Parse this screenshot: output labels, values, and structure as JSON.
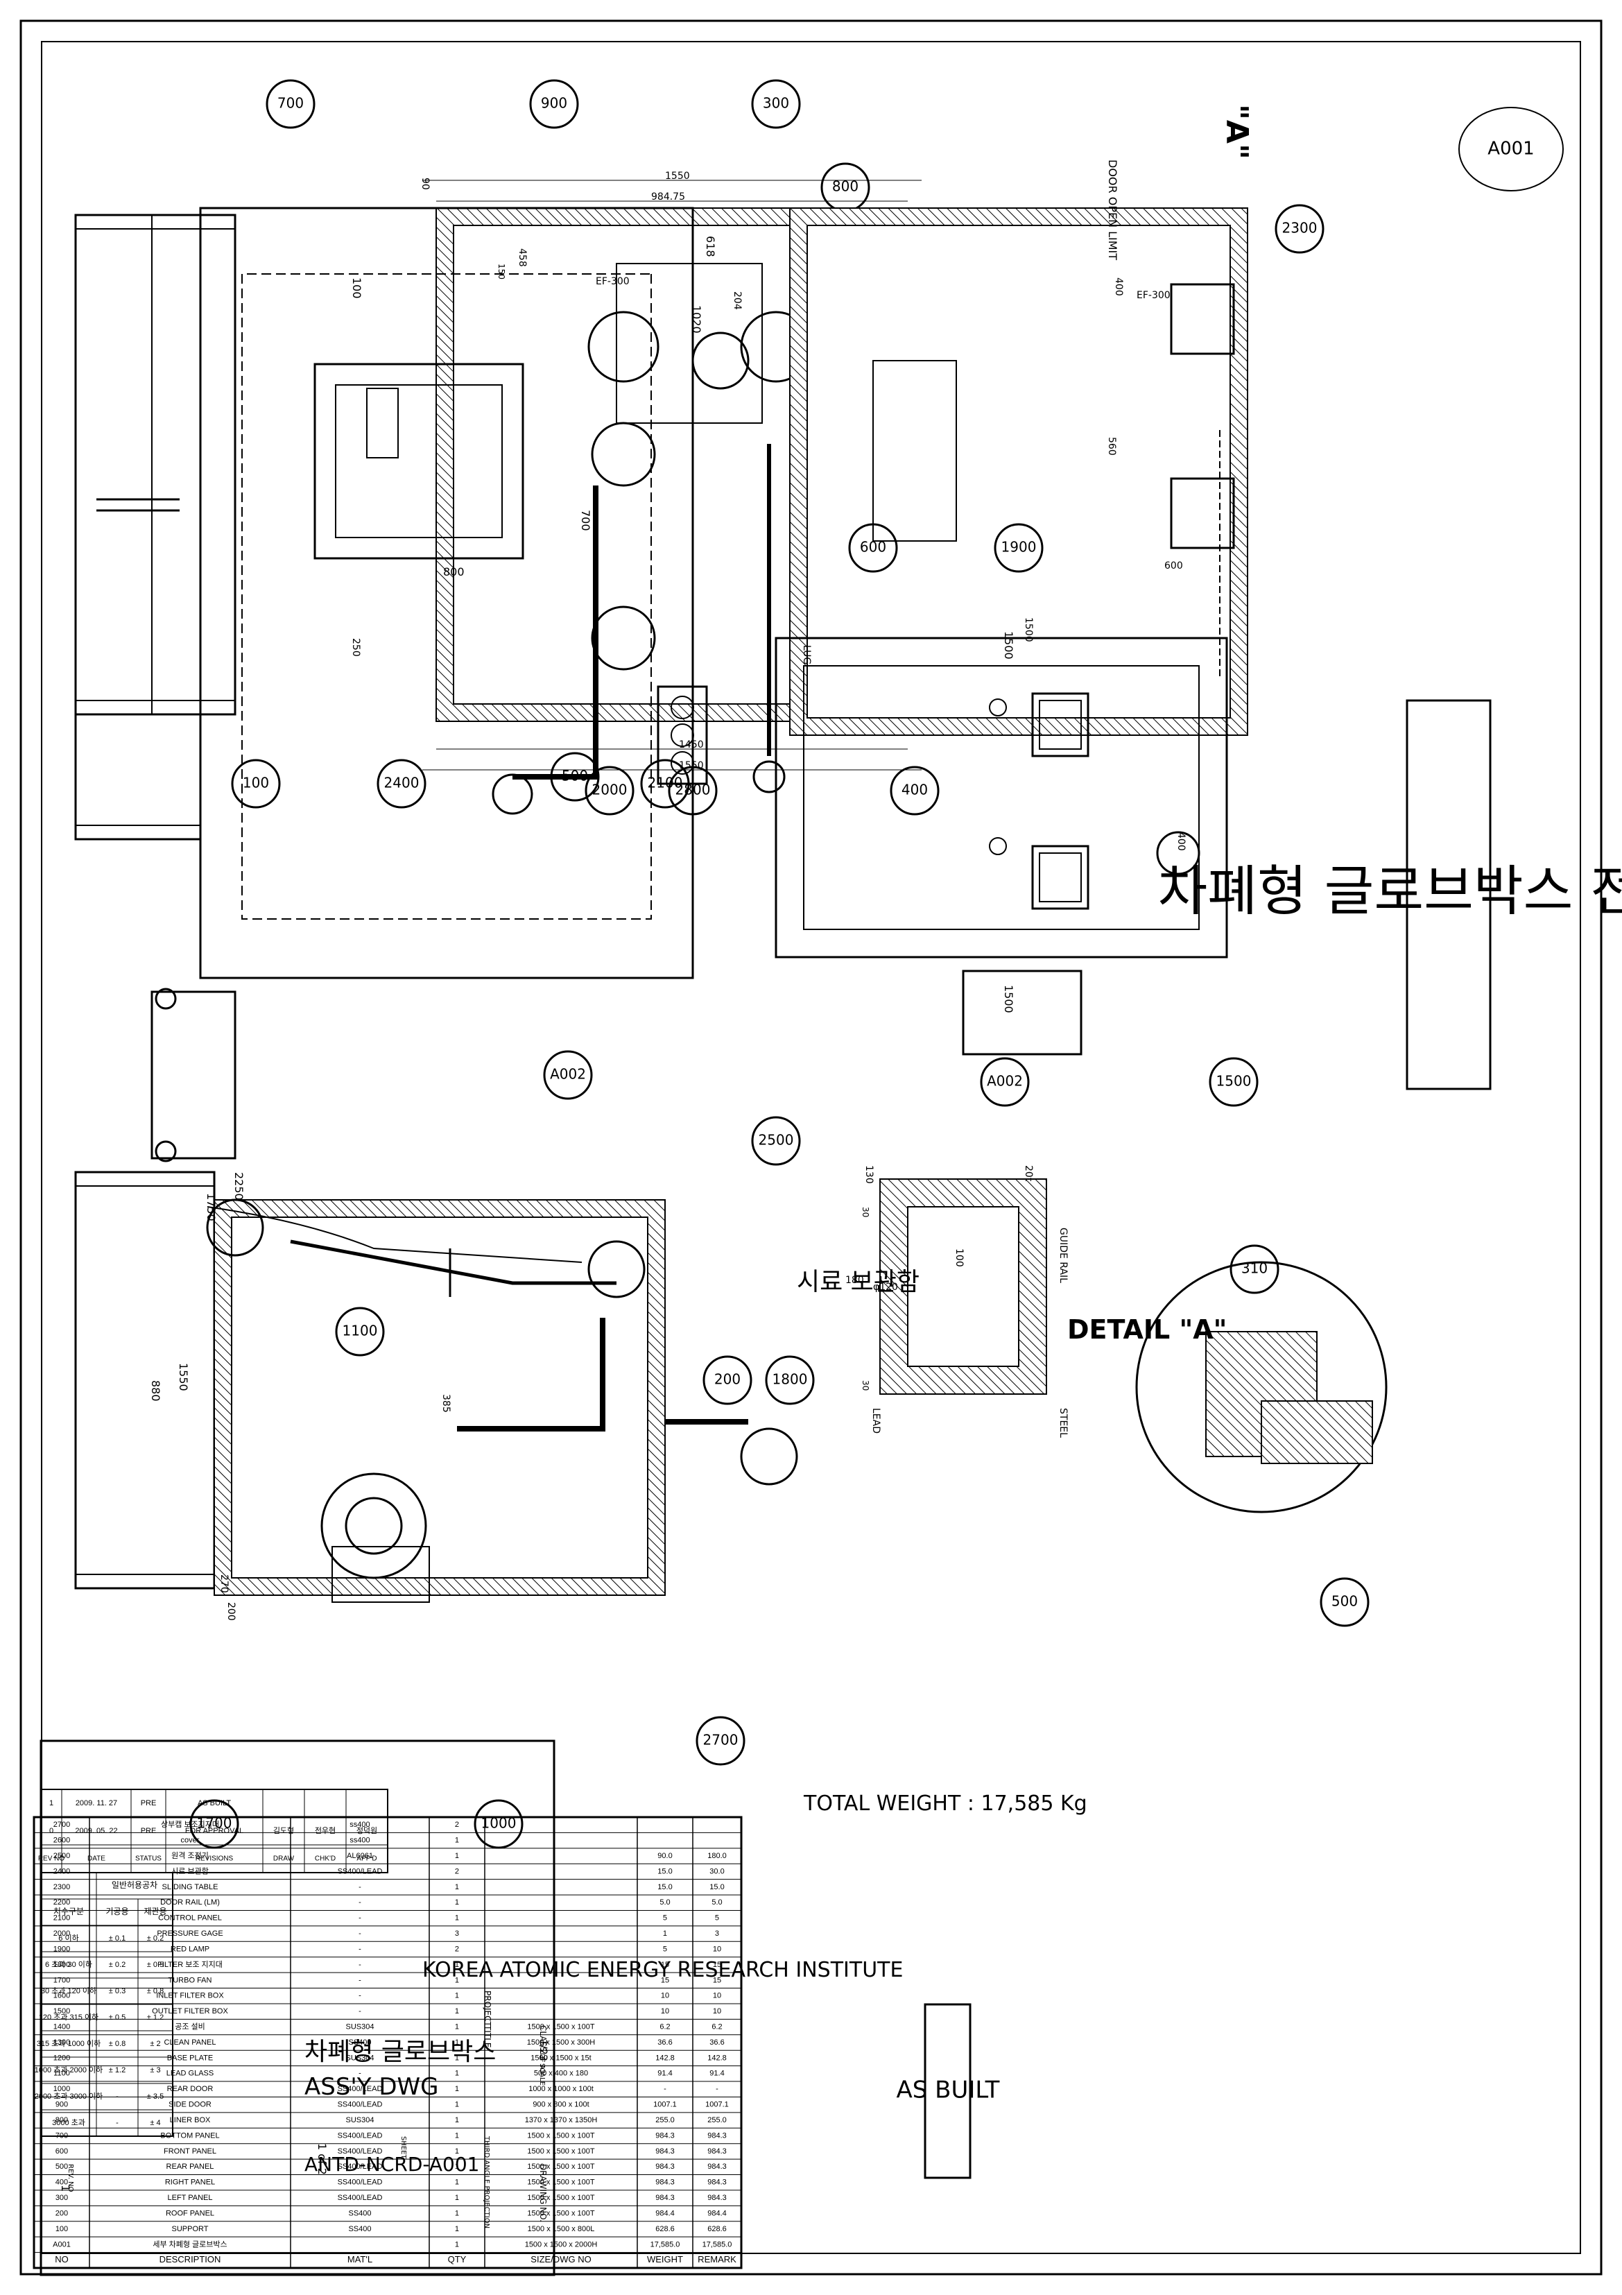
{
  "title": "차폐형 글로브박스 전체도",
  "view_label_a": "\"A\"",
  "detail_label": "DETAIL \"A\"",
  "section_label": "시료 보관함",
  "drawing_id": "A001",
  "door_open_limit": "DOOR OPEN LIMIT",
  "total_weight": "TOTAL WEIGHT : 17,585 Kg",
  "as_built": "AS BUILT",
  "guide_rail": "GUIDE RAIL",
  "steel": "STEEL",
  "lead": "LEAD",
  "lug": "LUG",
  "ef_label": "EF-300",
  "callouts": {
    "c700": "700",
    "c900": "900",
    "c300": "300",
    "c800": "800",
    "c2300": "2300",
    "c600": "600",
    "c1900": "1900",
    "c400": "400",
    "c2400": "2400",
    "c500": "500",
    "c2100": "2100",
    "c100": "100",
    "c2000": "2000",
    "c2800": "2800",
    "cA002a": "A002",
    "cA002b": "A002",
    "c1500": "1500",
    "c2500": "2500",
    "c1100": "1100",
    "c200": "200",
    "c1800": "1800",
    "c2700": "2700",
    "c1700": "1700",
    "c1000": "1000",
    "c310": "310",
    "c500b": "500"
  },
  "dims": {
    "d1550a": "1550",
    "d984": "984.75",
    "d90": "90",
    "d618": "618",
    "d204": "204",
    "d1020": "1020",
    "d1450": "1450",
    "d1550b": "1550",
    "d400a": "400",
    "d560": "560",
    "d600": "600",
    "d1500a": "1500",
    "d1500b": "1500",
    "d1500c": "1500",
    "d250": "250",
    "d100a": "100",
    "d458": "458",
    "d150": "150",
    "d800": "800",
    "d700": "700",
    "d400b": "400",
    "d2250": "2250",
    "d1750": "1750",
    "d880": "880",
    "d1550c": "1550",
    "d385": "385",
    "d270": "270",
    "d200": "200",
    "d130": "130",
    "d20t": "20t",
    "d100b": "100",
    "d180": "180",
    "d120": "φ120",
    "d30a": "30",
    "d30b": "30"
  },
  "bom_headers": [
    "NO",
    "DESCRIPTION",
    "MAT'L",
    "QTY",
    "SIZE/DWG NO",
    "WEIGHT",
    "REMARK"
  ],
  "bom_rows": [
    [
      "A001",
      "세부 차폐형 글로브박스",
      "",
      "1",
      "1500 x 1500 x 2000H",
      "17,585.0",
      "17,585.0"
    ],
    [
      "100",
      "SUPPORT",
      "SS400",
      "1",
      "1500 x 1500 x 800L",
      "628.6",
      "628.6"
    ],
    [
      "200",
      "ROOF PANEL",
      "SS400",
      "1",
      "1500 x 1500 x 100T",
      "984.4",
      "984.4"
    ],
    [
      "300",
      "LEFT PANEL",
      "SS400/LEAD",
      "1",
      "1500 x 1500 x 100T",
      "984.3",
      "984.3"
    ],
    [
      "400",
      "RIGHT PANEL",
      "SS400/LEAD",
      "1",
      "1500 x 1500 x 100T",
      "984.3",
      "984.3"
    ],
    [
      "500",
      "REAR PANEL",
      "SS400/LEAD",
      "1",
      "1500 x 1500 x 100T",
      "984.3",
      "984.3"
    ],
    [
      "600",
      "FRONT PANEL",
      "SS400/LEAD",
      "1",
      "1500 x 1500 x 100T",
      "984.3",
      "984.3"
    ],
    [
      "700",
      "BOTTOM PANEL",
      "SS400/LEAD",
      "1",
      "1500 x 1500 x 100T",
      "984.3",
      "984.3"
    ],
    [
      "800",
      "LINER BOX",
      "SUS304",
      "1",
      "1370 x 1370 x 1350H",
      "255.0",
      "255.0"
    ],
    [
      "900",
      "SIDE DOOR",
      "SS400/LEAD",
      "1",
      "900 x 800 x 100t",
      "1007.1",
      "1007.1"
    ],
    [
      "1000",
      "REAR DOOR",
      "SS400/LEAD",
      "1",
      "1000 x 1000 x 100t",
      "-",
      "-"
    ],
    [
      "1100",
      "LEAD GLASS",
      "-",
      "1",
      "500 x 400 x 180",
      "91.4",
      "91.4"
    ],
    [
      "1200",
      "BASE PLATE",
      "SUS304",
      "1",
      "1500 x 1500 x 15t",
      "142.8",
      "142.8"
    ],
    [
      "1300",
      "CLEAN PANEL",
      "SS400",
      "1",
      "1500 x 1500 x 300H",
      "36.6",
      "36.6"
    ],
    [
      "1400",
      "공조 설비",
      "SUS304",
      "1",
      "1500 x 1500 x 100T",
      "6.2",
      "6.2"
    ],
    [
      "1500",
      "OUTLET FILTER BOX",
      "-",
      "1",
      "",
      "10",
      "10"
    ],
    [
      "1600",
      "INLET FILTER BOX",
      "-",
      "1",
      "",
      "10",
      "10"
    ],
    [
      "1700",
      "TURBO FAN",
      "-",
      "1",
      "",
      "15",
      "15"
    ],
    [
      "1800",
      "FILTER 보조 지지대",
      "-",
      "1",
      "",
      "15",
      "15"
    ],
    [
      "1900",
      "RED LAMP",
      "-",
      "2",
      "",
      "5",
      "10"
    ],
    [
      "2000",
      "PRESSURE GAGE",
      "-",
      "3",
      "",
      "1",
      "3"
    ],
    [
      "2100",
      "CONTROL PANEL",
      "-",
      "1",
      "",
      "5",
      "5"
    ],
    [
      "2200",
      "DOOR RAIL (LM)",
      "-",
      "1",
      "",
      "5.0",
      "5.0"
    ],
    [
      "2300",
      "SLIDING TABLE",
      "-",
      "1",
      "",
      "15.0",
      "15.0"
    ],
    [
      "2400",
      "시료 보관함",
      "SS400/LEAD",
      "2",
      "",
      "15.0",
      "30.0"
    ],
    [
      "2500",
      "원격 조정기",
      "AL6061",
      "1",
      "",
      "90.0",
      "180.0"
    ],
    [
      "2600",
      "cover",
      "ss400",
      "1",
      "",
      "",
      ""
    ],
    [
      "2700",
      "상부캡 보조지지대",
      "ss400",
      "2",
      "",
      "",
      ""
    ]
  ],
  "tolerance": {
    "headers": [
      "치수구분",
      "기공용",
      "제관용"
    ],
    "group_header": "일반허용공차",
    "rows": [
      [
        "6 이하",
        "± 0.1",
        "± 0.2"
      ],
      [
        "6 초과 30 이하",
        "± 0.2",
        "± 0.5"
      ],
      [
        "30 초과 120 이하",
        "± 0.3",
        "± 0.8"
      ],
      [
        "120 초과 315 이하",
        "± 0.5",
        "± 1.2"
      ],
      [
        "315 초과 1000 이하",
        "± 0.8",
        "± 2"
      ],
      [
        "1000 초과 2000 이하",
        "± 1.2",
        "± 3"
      ],
      [
        "2000 초과 3000 이하",
        "-",
        "± 3.5"
      ],
      [
        "3000 초과",
        "-",
        "± 4"
      ]
    ]
  },
  "revisions": {
    "headers": [
      "REV NO",
      "DATE",
      "STATUS",
      "REVISIONS",
      "DRAW",
      "CHK'D",
      "APP'D"
    ],
    "rows": [
      [
        "1",
        "2009. 11. 27",
        "PRE",
        "AS BUILT",
        "",
        "",
        ""
      ],
      [
        "0",
        "2009. 05. 22",
        "PRE",
        "FOR APPROVAL",
        "김도형",
        "전우현",
        "정덕원"
      ]
    ]
  },
  "company": "KOREA ATOMIC ENERGY RESEARCH INSTITUTE",
  "title_block": {
    "class_label": "CLASS",
    "title_label": "TITLE",
    "project_label": "PROJECT",
    "scale": "1/23",
    "scale_note": "OF A3",
    "scale_label": "SCALE",
    "title_line1": "차폐형 글로브박스",
    "title_line2": "ASS'Y DWG",
    "projection_label": "THIRD ANGLE PROJECTION",
    "sheet_label": "SHEET",
    "sheet": "1 of 2",
    "drawing_no_label": "DRAWING NO.",
    "drawing_no": "ANTD-NCRD-A001",
    "rev_no_label": "REV. NO",
    "rev_no": "1"
  }
}
